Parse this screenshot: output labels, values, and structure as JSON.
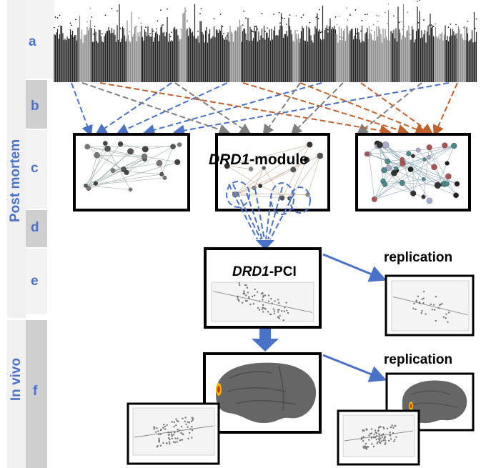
{
  "row_labels": {
    "a": "a",
    "b": "b",
    "c": "c",
    "d": "d",
    "e": "e",
    "f": "f"
  },
  "section_labels": {
    "post_mortem": "Post mortem",
    "in_vivo": "In vivo"
  },
  "panels": {
    "drd1_module_title_italic": "DRD1",
    "drd1_module_title_rest": "-module",
    "drd1_pci_title_italic": "DRD1",
    "drd1_pci_title_rest": "-PCI",
    "replication_top": "replication",
    "replication_bottom": "replication"
  },
  "colors": {
    "blue": "#4a72c8",
    "orange": "#c0602a",
    "gray": "#808080",
    "label_bg_light": "#eeeeee",
    "label_bg_dark": "#cccccc"
  }
}
